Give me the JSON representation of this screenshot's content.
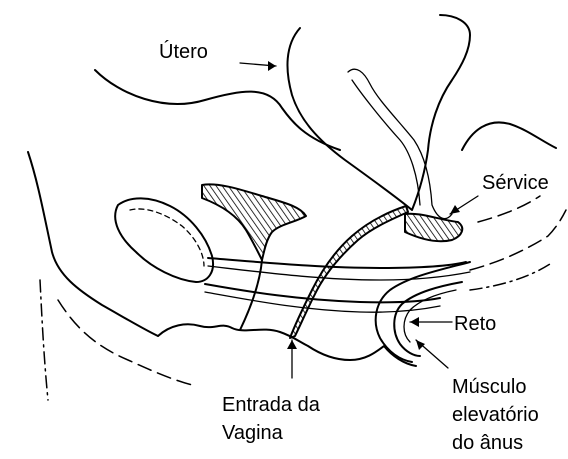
{
  "labels": {
    "utero": "Útero",
    "service": "Sérvice",
    "reto": "Reto",
    "musculo_line1": "Músculo",
    "musculo_line2": "elevatório",
    "musculo_line3": "do ânus",
    "entrada_line1": "Entrada da",
    "entrada_line2": "Vagina"
  },
  "colors": {
    "ink": "#000000",
    "background": "#ffffff"
  }
}
